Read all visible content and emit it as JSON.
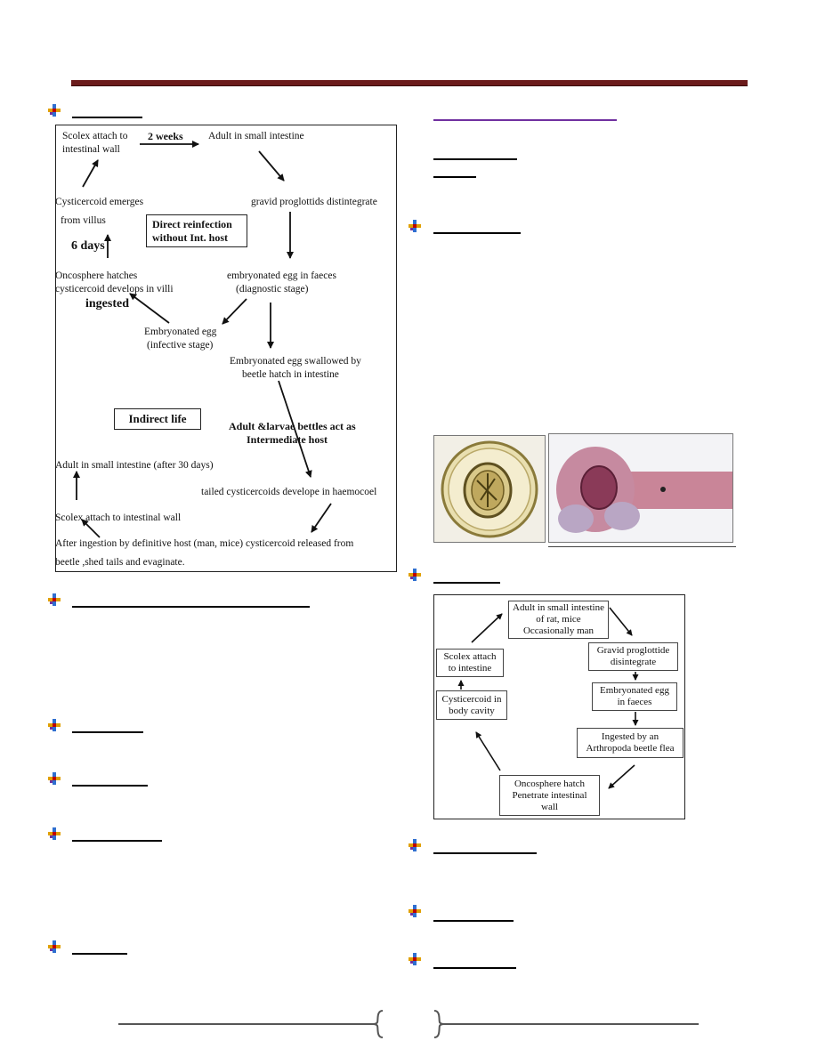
{
  "diagram1": {
    "nodes": {
      "scolex_attach": "Scolex attach to",
      "scolex_attach2": "intestinal wall",
      "weeks2": "2 weeks",
      "adult_si": "Adult in small intestine",
      "gravid": "gravid proglottids distintegrate",
      "cysticercoid_emerges": "Cysticercoid emerges",
      "from_villus": "from villus",
      "direct1": "Direct  reinfection",
      "direct2": "without  Int. host",
      "days6": "6 days",
      "onco1": "Oncosphere hatches",
      "onco2": "cysticercoid develops in villi",
      "ingested": "ingested",
      "embryo_faeces1": "embryonated egg in faeces",
      "embryo_faeces2": "(diagnostic stage)",
      "embryo_inf1": "Embryonated egg",
      "embryo_inf2": "(infective stage)",
      "swallowed1": "Embryonated egg swallowed by",
      "swallowed2": "beetle hatch in intestine",
      "indirect": "Indirect life",
      "adult_larvae1": "Adult &larvae   bettles act as",
      "adult_larvae2": "Intermediate host",
      "adult_30": "Adult in small intestine (after 30 days)",
      "tailed": "tailed cysticercoids  develope in haemocoel",
      "scolex_attach3": "Scolex attach to  intestinal wall",
      "after1": "After ingestion by definitive host (man, mice) cysticercoid released from",
      "after2": "beetle ,shed tails and evaginate."
    }
  },
  "diagram2": {
    "nodes": {
      "adult": "Adult in small intestine of rat, mice Occasionally man",
      "gravid": "Gravid proglottide disintegrate",
      "egg": "Embryonated egg in faeces",
      "ingested": "Ingested by an Arthropoda beetle flea",
      "onco": "Oncosphere hatch Penetrate intestinal wall",
      "cyst": "Cysticercoid in body cavity",
      "scolex": "Scolex attach to intestine"
    }
  },
  "icons": {
    "bullet": "four-color-bullet-icon",
    "page_brace": "brace-icon"
  },
  "colors": {
    "header_bar": "#6b1b1b",
    "heading_underline_purple": "#7030a0"
  }
}
